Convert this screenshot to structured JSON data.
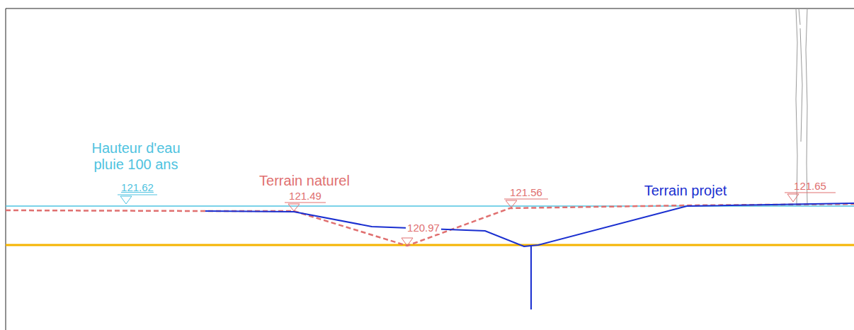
{
  "diagram": {
    "labels": [
      "Hauteur d'eau pluie 100 ans",
      "121.62",
      "Terrain naturel",
      "121.49",
      "120.97",
      "121.56",
      "Terrain projet",
      "121.65"
    ]
  }
}
